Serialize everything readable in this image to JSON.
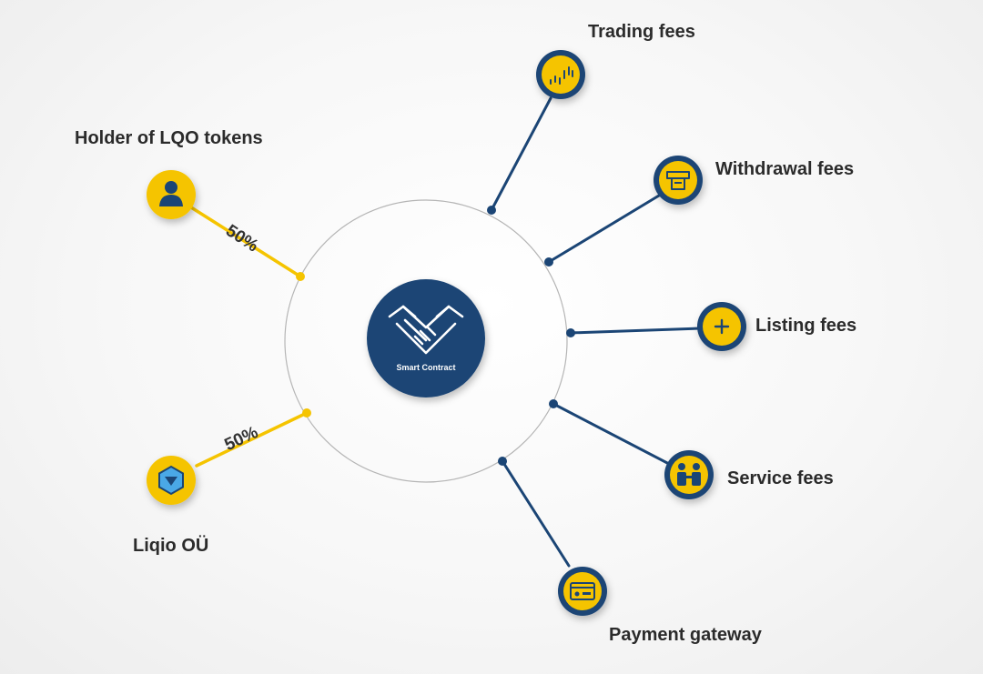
{
  "center": {
    "label": "Smart Contract"
  },
  "holders": [
    {
      "label": "Holder of LQO tokens",
      "share": "50%"
    },
    {
      "label": "Liqio OÜ",
      "share": "50%"
    }
  ],
  "fees": [
    {
      "label": "Trading fees"
    },
    {
      "label": "Withdrawal fees"
    },
    {
      "label": "Listing fees"
    },
    {
      "label": "Service fees"
    },
    {
      "label": "Payment gateway"
    }
  ],
  "colors": {
    "navy": "#1b4575",
    "yellow": "#f5c400",
    "ring": "#b5b5b5"
  },
  "icons": {
    "center": "handshake-icon",
    "holder": "user-icon",
    "company": "hexagon-logo-icon",
    "trading": "chart-icon",
    "withdrawal": "atm-icon",
    "listing": "plus-icon",
    "service": "people-icon",
    "payment": "card-icon"
  }
}
